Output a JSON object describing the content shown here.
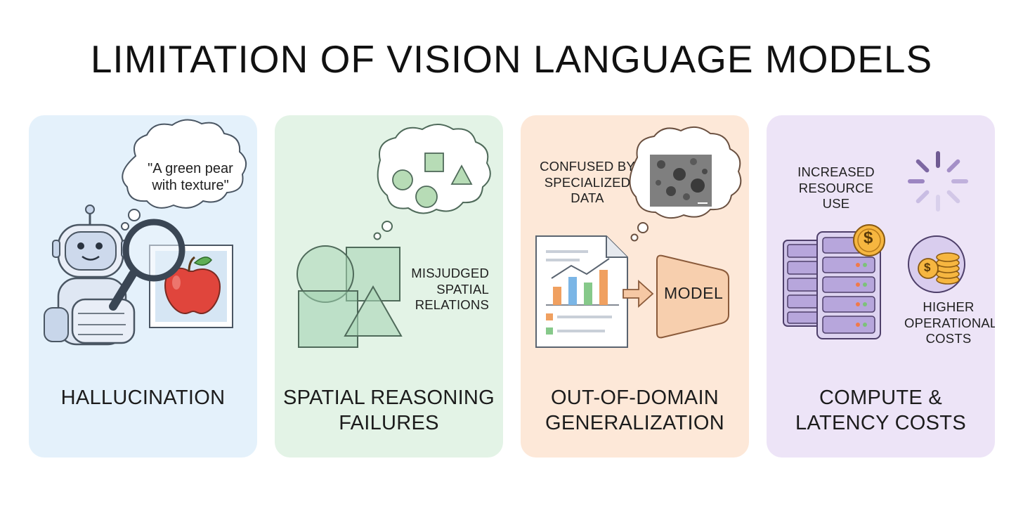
{
  "title": "LIMITATION OF VISION LANGUAGE MODELS",
  "colors": {
    "hallucination_bg": "#e4f1fb",
    "spatial_bg": "#e3f3e6",
    "ood_bg": "#fde8d8",
    "compute_bg": "#ede4f7"
  },
  "cards": [
    {
      "title_line1": "HALLUCINATION",
      "title_line2": "",
      "quote_line1": "\"A green pear",
      "quote_line2": "with texture\"",
      "icons": [
        "robot-icon",
        "magnifier-icon",
        "apple-icon",
        "thought-bubble-icon"
      ]
    },
    {
      "title_line1": "SPATIAL REASONING",
      "title_line2": "FAILURES",
      "note_line1": "MISJUDGED",
      "note_line2": "SPATIAL",
      "note_line3": "RELATIONS",
      "icons": [
        "shapes-icon",
        "thought-bubble-icon"
      ]
    },
    {
      "title_line1": "OUT-OF-DOMAIN",
      "title_line2": "GENERALIZATION",
      "note_line1": "CONFUSED BY",
      "note_line2": "SPECIALIZED",
      "note_line3": "DATA",
      "model_label": "MODEL",
      "icons": [
        "document-chart-icon",
        "arrow-icon",
        "microscope-image-icon"
      ]
    },
    {
      "title_line1": "COMPUTE &",
      "title_line2": "LATENCY COSTS",
      "note1_line1": "INCREASED",
      "note1_line2": "RESOURCE USE",
      "note2_line1": "HIGHER",
      "note2_line2": "OPERATIONAL",
      "note2_line3": "COSTS",
      "coin_symbol": "$",
      "icons": [
        "server-icon",
        "spinner-icon",
        "coins-icon"
      ]
    }
  ]
}
